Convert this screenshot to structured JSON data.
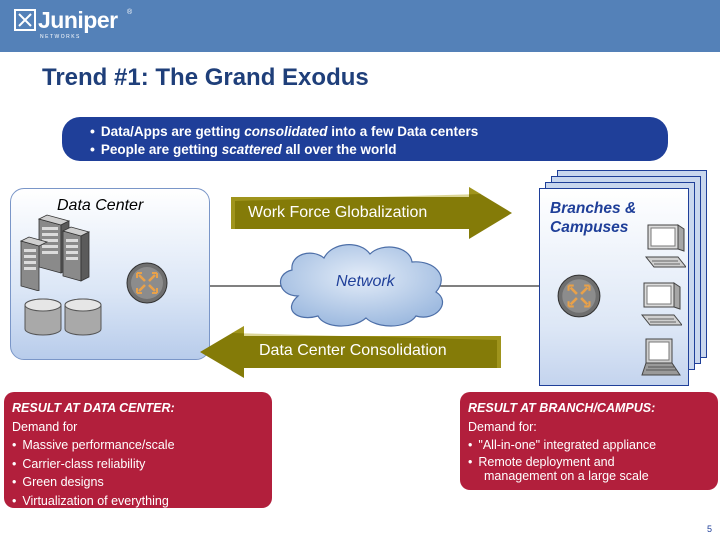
{
  "header": {
    "logo_text": "Juniper",
    "logo_registered": "®",
    "logo_sub": "NETWORKS"
  },
  "slide": {
    "title": "Trend #1: The Grand Exodus",
    "bullets": [
      {
        "before": "Data/Apps are getting ",
        "em": "consolidated",
        "after": " into a few Data centers"
      },
      {
        "before": "People are getting ",
        "em": "scattered",
        "after": " all over the world"
      }
    ],
    "data_center_label": "Data Center",
    "branches_label_1": "Branches &",
    "branches_label_2": "Campuses",
    "arrow_globalization": "Work Force Globalization",
    "arrow_consolidation": "Data Center Consolidation",
    "network_label": "Network",
    "page_number": "5"
  },
  "results": {
    "dc": {
      "title": "RESULT AT DATA CENTER:",
      "subtitle": "Demand for",
      "items": [
        "Massive performance/scale",
        "Carrier-class reliability",
        "Green designs",
        "Virtualization of everything"
      ]
    },
    "branch": {
      "title": "RESULT AT BRANCH/CAMPUS:",
      "subtitle": "Demand for:",
      "items": [
        "\"All-in-one\" integrated appliance",
        "Remote deployment and"
      ],
      "item_cont": "management on a large scale"
    }
  },
  "colors": {
    "header_blue": "#5481b8",
    "title_blue": "#1f3f7a",
    "banner_blue": "#1f3f99",
    "result_red": "#b21f3c",
    "arrow_olive": "#847b08"
  }
}
